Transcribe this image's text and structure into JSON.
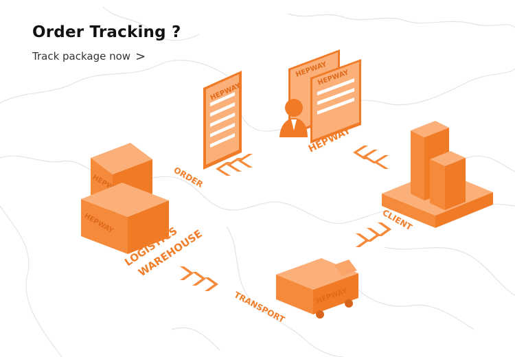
{
  "header": {
    "title": "Order Tracking ?",
    "track_link_label": "Track package now",
    "track_link_icon": "chevron-right-icon"
  },
  "flow": {
    "brand_mark": "HEPWAY",
    "steps": {
      "order": "ORDER",
      "warehouse_line1": "LOGISTICS",
      "warehouse_line2": "WAREHOUSE",
      "transport": "TRANSPORT",
      "client": "CLIENT"
    }
  },
  "colors": {
    "accent": "#f47f2b",
    "accent_light": "#fbb07a",
    "accent_dark": "#d8661a",
    "map": "#e6e6e6"
  }
}
